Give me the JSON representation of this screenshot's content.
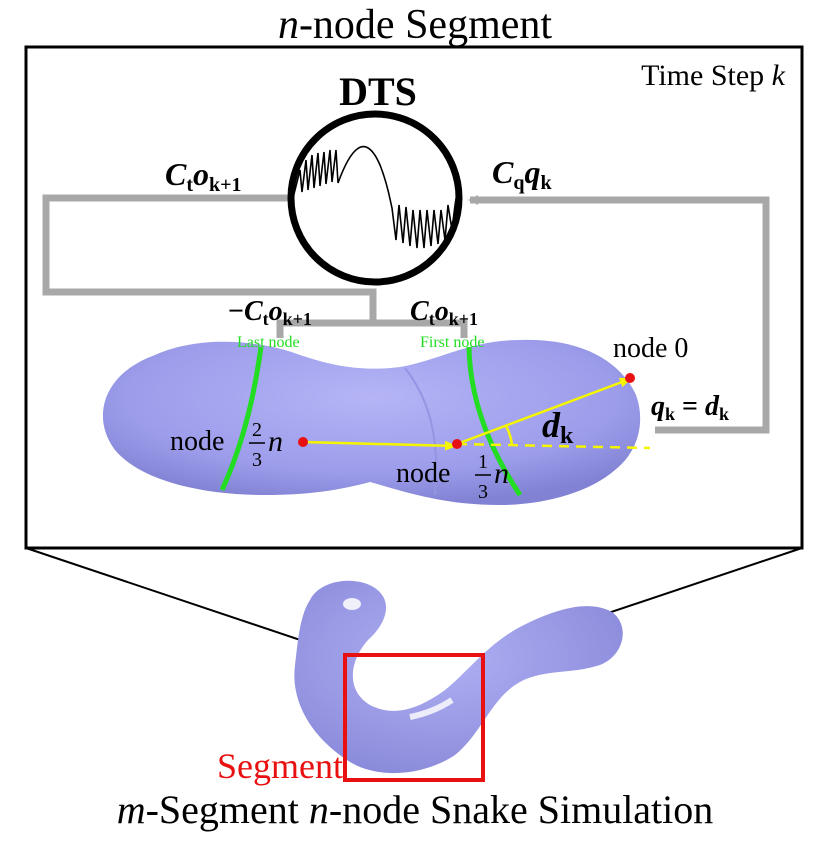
{
  "title": {
    "var": "n",
    "rest": "-node Segment"
  },
  "timestep": {
    "text": "Time Step ",
    "var": "k"
  },
  "dts_label": "DTS",
  "labels": {
    "ct_out_left": {
      "C": "C",
      "t": "t",
      "o": "o",
      "sub": "k+1"
    },
    "cq_in": {
      "C": "C",
      "q": "q",
      "var": "q",
      "sub": "k"
    },
    "neg_ct": {
      "minus": "−",
      "C": "C",
      "t": "t",
      "o": "o",
      "sub": "k+1"
    },
    "ct_out_right": {
      "C": "C",
      "t": "t",
      "o": "o",
      "sub": "k+1"
    },
    "qk_dk": {
      "q": "q",
      "qsub": "k",
      "eq": " = ",
      "d": "d",
      "dsub": "k"
    },
    "dk": {
      "d": "d",
      "sub": "k"
    },
    "last_node": "Last node",
    "first_node": "First node",
    "node0": "node 0",
    "node_two_thirds": {
      "prefix": "node",
      "num": "2",
      "den": "3",
      "var": "n"
    },
    "node_one_third": {
      "prefix": "node",
      "num": "1",
      "den": "3",
      "var": "n"
    }
  },
  "segment_label": "Segment",
  "caption": {
    "var1": "m",
    "mid": "-Segment ",
    "var2": "n",
    "rest": "-node Snake Simulation"
  },
  "colors": {
    "body": "#a3a3ee",
    "body_dark": "#8282d4",
    "green": "#22dd22",
    "yellow": "#f5f500",
    "red": "#e81010",
    "gray": "#a8a8a8",
    "segment_red": "#e81010"
  }
}
